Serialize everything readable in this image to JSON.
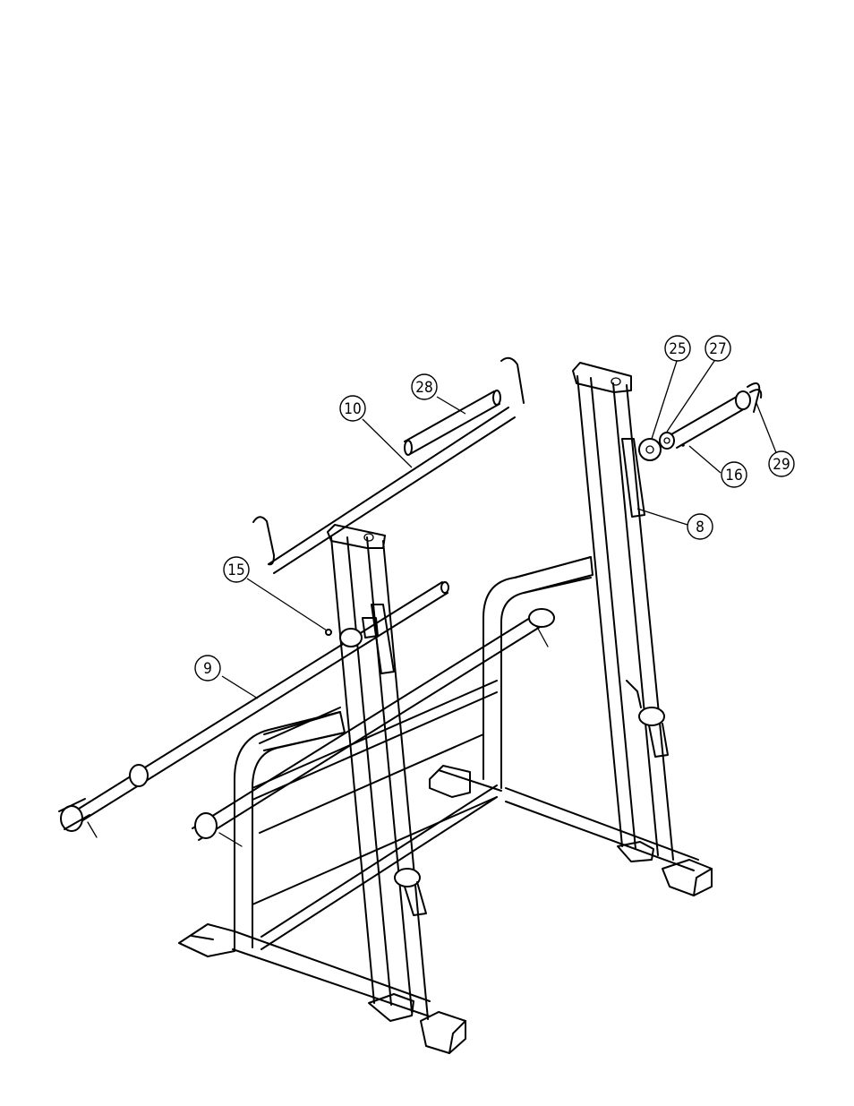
{
  "callouts": [
    {
      "id": "callout-10",
      "label": "10"
    },
    {
      "id": "callout-28",
      "label": "28"
    },
    {
      "id": "callout-25",
      "label": "25"
    },
    {
      "id": "callout-27",
      "label": "27"
    },
    {
      "id": "callout-29",
      "label": "29"
    },
    {
      "id": "callout-16",
      "label": "16"
    },
    {
      "id": "callout-8",
      "label": "8"
    },
    {
      "id": "callout-15",
      "label": "15"
    },
    {
      "id": "callout-9",
      "label": "9"
    }
  ]
}
